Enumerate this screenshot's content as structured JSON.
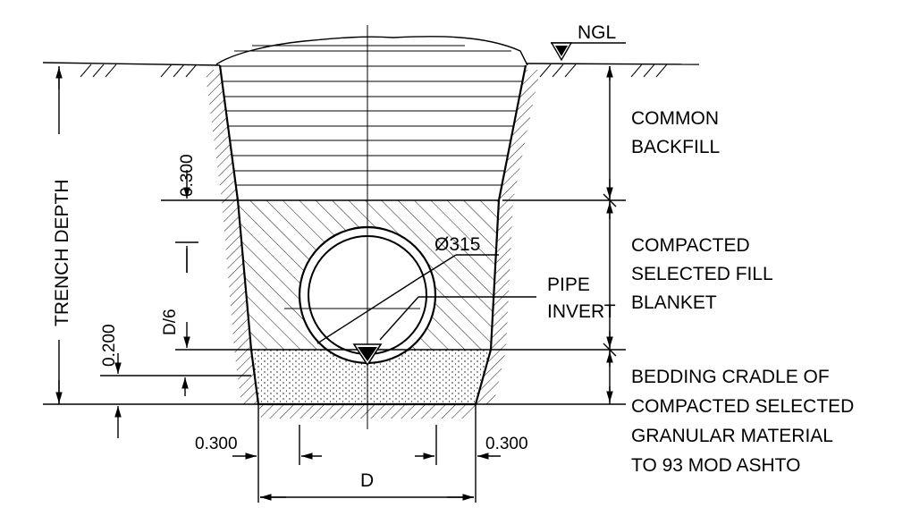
{
  "labels": {
    "ngl": "NGL",
    "common_backfill": [
      "COMMON",
      "BACKFILL"
    ],
    "selected_fill": [
      "COMPACTED",
      "SELECTED FILL",
      "BLANKET"
    ],
    "bedding": [
      "BEDDING CRADLE OF",
      "COMPACTED SELECTED",
      "GRANULAR MATERIAL",
      "TO 93 MOD ASHTO"
    ],
    "pipe_invert": [
      "PIPE",
      "INVERT"
    ],
    "pipe_diameter": "Ø315",
    "trench_depth": "TRENCH DEPTH"
  },
  "dimensions": {
    "cover_above_pipe": "0.300",
    "pipe_offset": "D/6",
    "bedding_thickness": "0.200",
    "side_clearance_left": "0.300",
    "side_clearance_right": "0.300",
    "trench_width": "D"
  }
}
